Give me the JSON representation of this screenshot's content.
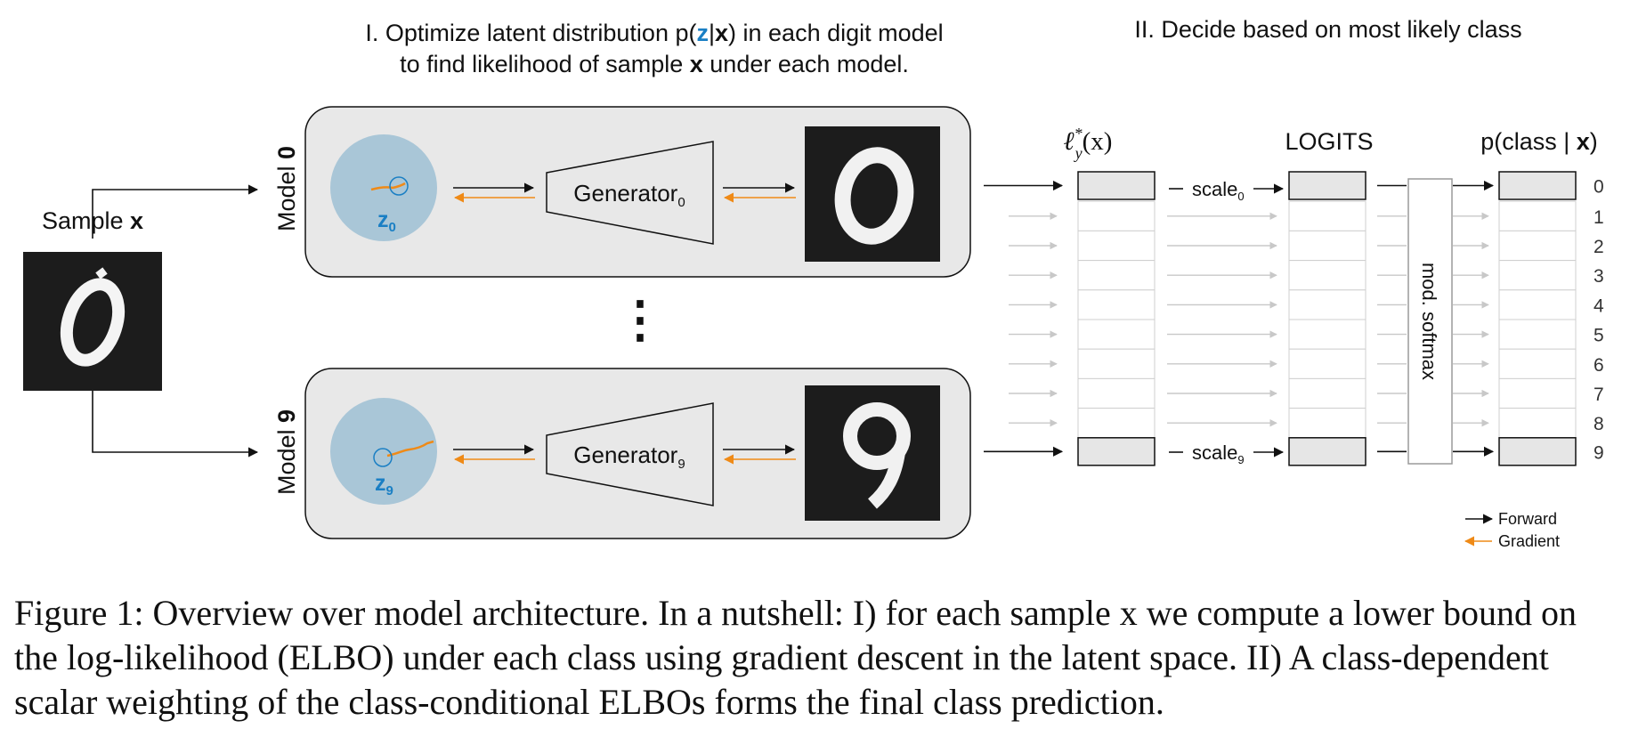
{
  "colors": {
    "panel_fill": "#e8e8e8",
    "latent_fill": "#a9c6d7",
    "latent_label": "#1a7fc4",
    "gradient_arrow": "#ef8a17",
    "forward_arrow": "#111111",
    "faint_arrow": "#c8c8c8",
    "cell_fill": "#e6e6e6",
    "image_bg": "#1c1c1c"
  },
  "headings": {
    "stage1_line1_a": "I. Optimize latent distribution p(",
    "stage1_line1_z": "z",
    "stage1_line1_bar": "|",
    "stage1_line1_x": "x",
    "stage1_line1_b": ") in each digit model",
    "stage1_line2_a": "to find likelihood of sample ",
    "stage1_line2_x": "x",
    "stage1_line2_b": " under each model.",
    "stage2": "II. Decide based on most likely class"
  },
  "sample": {
    "label_prefix": "Sample ",
    "label_var": "x",
    "image_icon": "handwritten-digit-zero"
  },
  "models": [
    {
      "label_prefix": "Model ",
      "digit": "0",
      "latent_var": "z",
      "latent_sub": "0",
      "generator": "Generator",
      "generator_sub": "0",
      "output_icon": "reconstructed-digit-zero"
    },
    {
      "label_prefix": "Model ",
      "digit": "9",
      "latent_var": "z",
      "latent_sub": "9",
      "generator": "Generator",
      "generator_sub": "9",
      "output_icon": "reconstructed-digit-nine"
    }
  ],
  "ellipsis": "⋮",
  "columns": {
    "elbo_header_l": "ℓ",
    "elbo_header_sup": "*",
    "elbo_header_sub": "y",
    "elbo_header_arg": "(x)",
    "logits_header": "LOGITS",
    "prob_header_a": "p(class | ",
    "prob_header_x": "x",
    "prob_header_b": ")"
  },
  "scales": [
    {
      "text": "scale",
      "sub": "0"
    },
    {
      "text": "scale",
      "sub": "9"
    }
  ],
  "softmax_label": "mod. softmax",
  "class_indices": [
    "0",
    "1",
    "2",
    "3",
    "4",
    "5",
    "6",
    "7",
    "8",
    "9"
  ],
  "legend": {
    "forward": "Forward",
    "gradient": "Gradient"
  },
  "caption": "Figure 1: Overview over model architecture. In a nutshell: I) for each sample x we compute a lower bound on the log-likelihood (ELBO) under each class using gradient descent in the latent space. II) A class-dependent scalar weighting of the class-conditional ELBOs forms the final class prediction."
}
